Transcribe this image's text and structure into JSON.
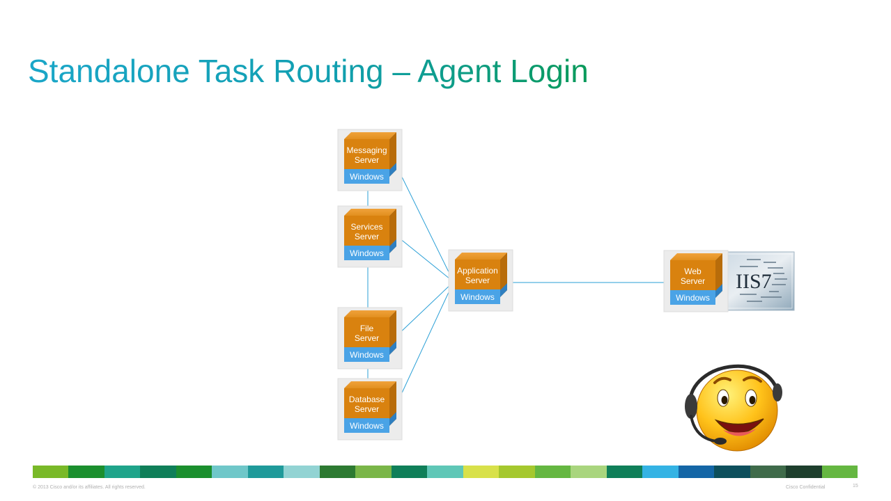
{
  "slide": {
    "title": "Standalone Task Routing – Agent Login",
    "footer": {
      "copyright": "© 2013 Cisco and/or its affiliates. All rights reserved.",
      "confidential": "Cisco Confidential",
      "page": "15"
    }
  },
  "servers": {
    "messaging": {
      "line1": "Messaging",
      "line2": "Server",
      "os": "Windows"
    },
    "services": {
      "line1": "Services",
      "line2": "Server",
      "os": "Windows"
    },
    "file": {
      "line1": "File",
      "line2": "Server",
      "os": "Windows"
    },
    "database": {
      "line1": "Database",
      "line2": "Server",
      "os": "Windows"
    },
    "application": {
      "line1": "Application",
      "line2": "Server",
      "os": "Windows"
    },
    "web": {
      "line1": "Web",
      "line2": "Server",
      "os": "Windows"
    }
  },
  "iis_logo": {
    "text": "IIS7"
  },
  "colors": {
    "title_start": "#1aa6c8",
    "title_end": "#0a9a5a",
    "server_orange": "#d9820f",
    "os_blue": "#4aa3e6",
    "connector": "#2a9fd6",
    "strip": [
      "#79b928",
      "#1b8f2e",
      "#1fa48a",
      "#0f7f59",
      "#1b8f2e",
      "#6fc7c9",
      "#1f9a9a",
      "#92d3d3",
      "#2d7a32",
      "#7ab648",
      "#0f7f59",
      "#5fc7b7",
      "#d8e14a",
      "#a5c82e",
      "#65b741",
      "#a9d57e",
      "#0f7f59",
      "#34b3e4",
      "#1466a6",
      "#0d4f5c",
      "#3f6b4a",
      "#1e3f2d",
      "#65b741"
    ]
  }
}
